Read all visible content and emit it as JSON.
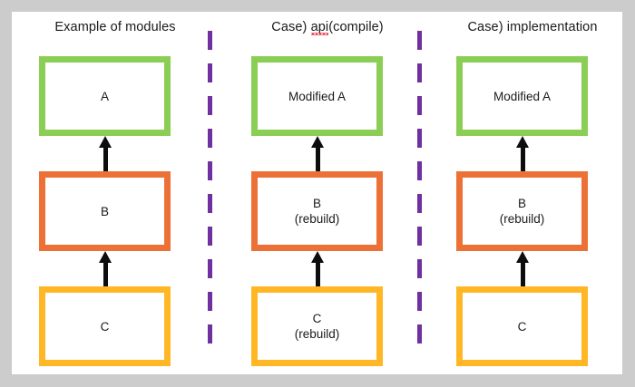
{
  "canvas": {
    "background_color": "#cccccc",
    "slide_color": "#ffffff"
  },
  "palette": {
    "green": "#8BCE55",
    "orange": "#ED7136",
    "amber": "#FFB726",
    "divider_purple": "#7030A0",
    "arrow_black": "#0d0d0d",
    "text": "#1a1a1a",
    "spellcheck_red": "#e8384f"
  },
  "columns": [
    {
      "id": "example",
      "title": "Example of modules",
      "title_parts": {
        "prefix": "Example of modules",
        "misspelled": "",
        "suffix": ""
      },
      "boxes": [
        {
          "id": "a",
          "tone": "green",
          "label": "A",
          "sublabel": ""
        },
        {
          "id": "b",
          "tone": "orange",
          "label": "B",
          "sublabel": ""
        },
        {
          "id": "c",
          "tone": "amber",
          "label": "C",
          "sublabel": ""
        }
      ],
      "arrows": [
        {
          "id": "b-to-a",
          "direction": "up"
        },
        {
          "id": "c-to-b",
          "direction": "up"
        }
      ]
    },
    {
      "id": "api-compile",
      "title": "Case) api(compile)",
      "title_parts": {
        "prefix": "Case) ",
        "misspelled": "api",
        "suffix": "(compile)"
      },
      "boxes": [
        {
          "id": "a",
          "tone": "green",
          "label": "Modified A",
          "sublabel": ""
        },
        {
          "id": "b",
          "tone": "orange",
          "label": "B",
          "sublabel": "(rebuild)"
        },
        {
          "id": "c",
          "tone": "amber",
          "label": "C",
          "sublabel": "(rebuild)"
        }
      ],
      "arrows": [
        {
          "id": "b-to-a",
          "direction": "up"
        },
        {
          "id": "c-to-b",
          "direction": "up"
        }
      ]
    },
    {
      "id": "implementation",
      "title": "Case) implementation",
      "title_parts": {
        "prefix": "Case) implementation",
        "misspelled": "",
        "suffix": ""
      },
      "boxes": [
        {
          "id": "a",
          "tone": "green",
          "label": "Modified A",
          "sublabel": ""
        },
        {
          "id": "b",
          "tone": "orange",
          "label": "B",
          "sublabel": "(rebuild)"
        },
        {
          "id": "c",
          "tone": "amber",
          "label": "C",
          "sublabel": ""
        }
      ],
      "arrows": [
        {
          "id": "b-to-a",
          "direction": "up"
        },
        {
          "id": "c-to-b",
          "direction": "up"
        }
      ]
    }
  ],
  "dividers": [
    {
      "id": "divider-1",
      "style": "dashed",
      "color": "#7030A0"
    },
    {
      "id": "divider-2",
      "style": "dashed",
      "color": "#7030A0"
    }
  ]
}
